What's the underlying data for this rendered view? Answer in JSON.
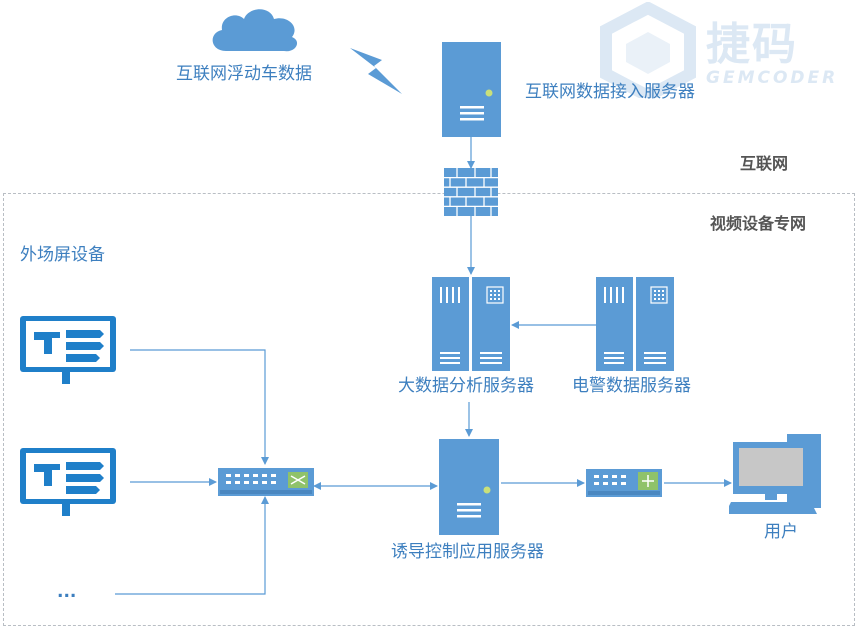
{
  "labels": {
    "internet_car_data": "互联网浮动车数据",
    "internet_data_server": "互联网数据接入服务器",
    "big_data_server": "大数据分析服务器",
    "police_data_server": "电警数据服务器",
    "guidance_server": "诱导控制应用服务器",
    "user": "用户",
    "outdoor_screen": "外场屏设备",
    "ellipsis": "..."
  },
  "zones": {
    "internet": "互联网",
    "private_net": "视频设备专网"
  },
  "watermark": {
    "brand": "捷码",
    "sub": "GEMCODER"
  },
  "colors": {
    "primary": "#5b9bd5",
    "label": "#3d7fbf",
    "line": "#5b9bd5",
    "icon_dark": "#1f7fc9"
  }
}
